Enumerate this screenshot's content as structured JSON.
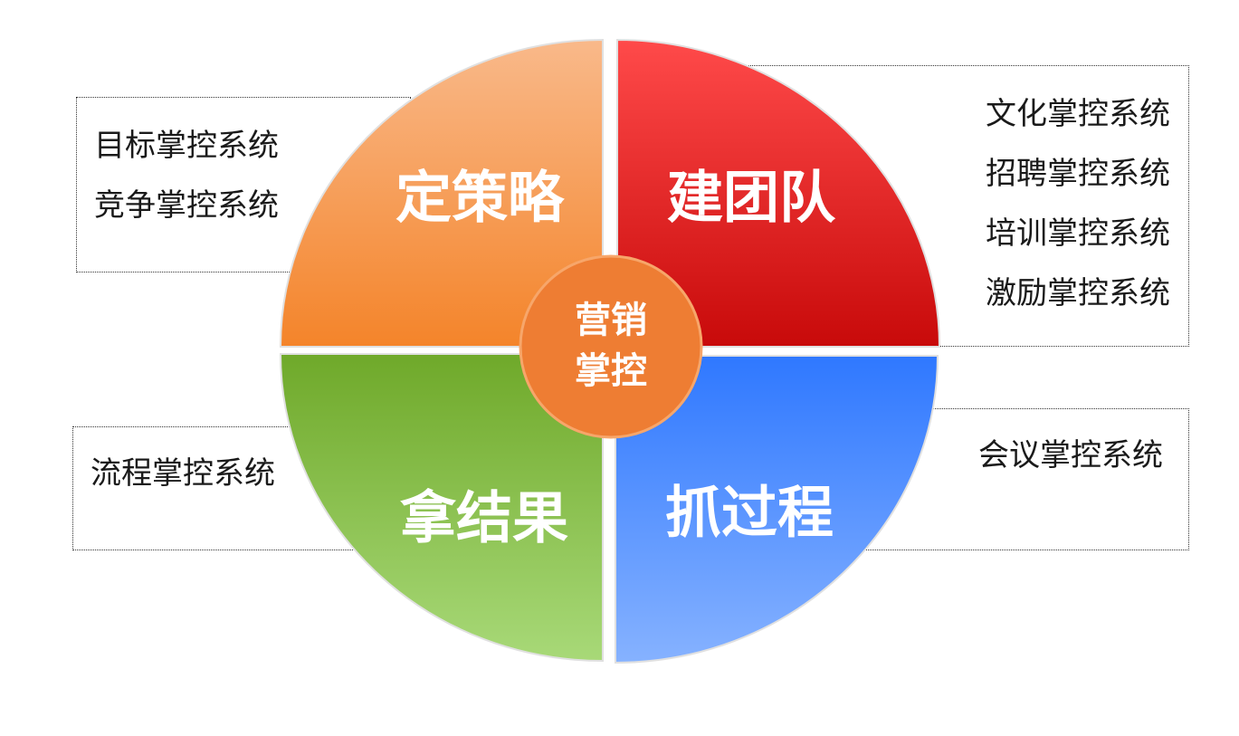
{
  "center": {
    "line1": "营销",
    "line2": "掌控"
  },
  "quadrants": {
    "top_left": {
      "label": "定策略",
      "color_light": "#f9b98a",
      "color_dark": "#f4842a"
    },
    "top_right": {
      "label": "建团队",
      "color_light": "#ff4a4a",
      "color_dark": "#c80a0a"
    },
    "bottom_left": {
      "label": "拿结果",
      "color_light": "#6fa92a",
      "color_dark": "#a8d978"
    },
    "bottom_right": {
      "label": "抓过程",
      "color_light": "#2f78ff",
      "color_dark": "#86b2ff"
    }
  },
  "callouts": {
    "top_left": [
      "目标掌控系统",
      "竞争掌控系统"
    ],
    "top_right": [
      "文化掌控系统",
      "招聘掌控系统",
      "培训掌控系统",
      "激励掌控系统"
    ],
    "bottom_left": [
      "流程掌控系统"
    ],
    "bottom_right": [
      "会议掌控系统"
    ]
  },
  "colors": {
    "center_fill": "#ee7d33",
    "center_stroke": "#f7a66a"
  }
}
